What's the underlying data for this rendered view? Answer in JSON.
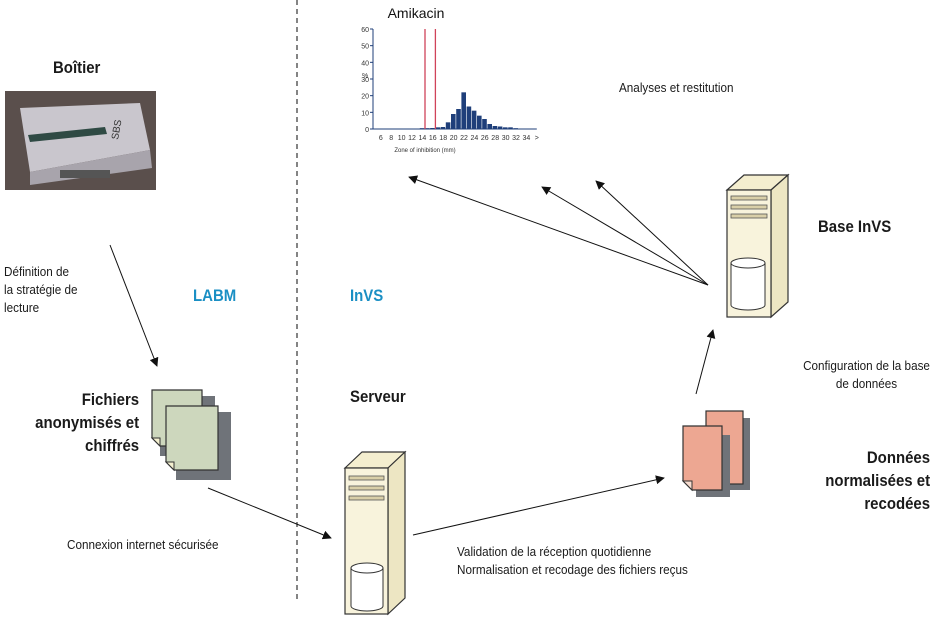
{
  "labels": {
    "boitier": "Boîtier",
    "definition": [
      "Définition de",
      "la stratégie de",
      "lecture"
    ],
    "labm": "LABM",
    "invs": "InVS",
    "fichiers": [
      "Fichiers",
      "anonymisés et",
      "chiffrés"
    ],
    "connexion": "Connexion internet sécurisée",
    "serveur": "Serveur",
    "validation": [
      "Validation de la réception quotidienne",
      "Normalisation et recodage des fichiers reçus"
    ],
    "donnees": [
      "Données",
      "normalisées et",
      "recodées"
    ],
    "configuration": [
      "Configuration de la base",
      "de données"
    ],
    "base_invs": "Base InVS",
    "analyses": "Analyses et restitution"
  },
  "colors": {
    "section_label": "#1a8fc4",
    "green_docs": "#cdd7bd",
    "pink_docs": "#eda792",
    "server_body": "#f8f3dc",
    "histogram_bars": "#1f3f7a",
    "breakpoint_lines": "#d0435a"
  },
  "chart_data": {
    "type": "bar",
    "title": "Amikacin",
    "xlabel": "Zone of inhibition (mm)",
    "ylabel": "%",
    "ylim": [
      0,
      60
    ],
    "yticks": [
      0,
      10,
      20,
      30,
      40,
      50,
      60
    ],
    "xtick_labels": [
      "6",
      "8",
      "10",
      "12",
      "14",
      "16",
      "18",
      "20",
      "22",
      "24",
      "26",
      "28",
      "30",
      "32",
      "34",
      ">"
    ],
    "categories": [
      "6",
      "7",
      "8",
      "9",
      "10",
      "11",
      "12",
      "13",
      "14",
      "15",
      "16",
      "17",
      "18",
      "19",
      "20",
      "21",
      "22",
      "23",
      "24",
      "25",
      "26",
      "27",
      "28",
      "29",
      "30",
      "31",
      "32",
      "33",
      "34",
      "35"
    ],
    "values": [
      0.2,
      0.2,
      0.2,
      0.2,
      0.2,
      0.2,
      0.3,
      0.3,
      0.5,
      0.5,
      0.6,
      1,
      1.2,
      4,
      9,
      12,
      22,
      13.5,
      11,
      8,
      6,
      3,
      1.8,
      1.5,
      1,
      1,
      0.5,
      0.3,
      0.3,
      0.3
    ],
    "breakpoints": [
      14.5,
      16.5
    ],
    "grid": false
  }
}
